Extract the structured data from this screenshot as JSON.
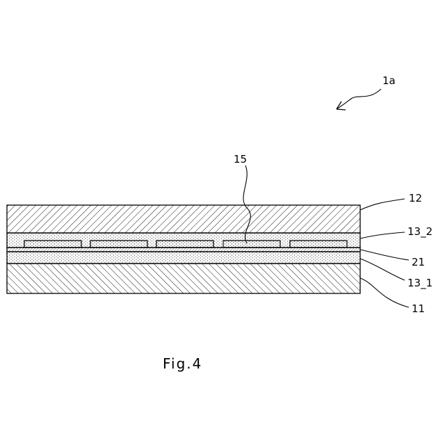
{
  "figure": {
    "caption": "Fig.4",
    "assembly_label": "1a",
    "labels": {
      "top_layer": "12",
      "upper_fill_layer": "13_2",
      "thin_layer": "21",
      "lower_fill_layer": "13_1",
      "substrate": "11",
      "elements": "15"
    },
    "element_count": 5
  }
}
